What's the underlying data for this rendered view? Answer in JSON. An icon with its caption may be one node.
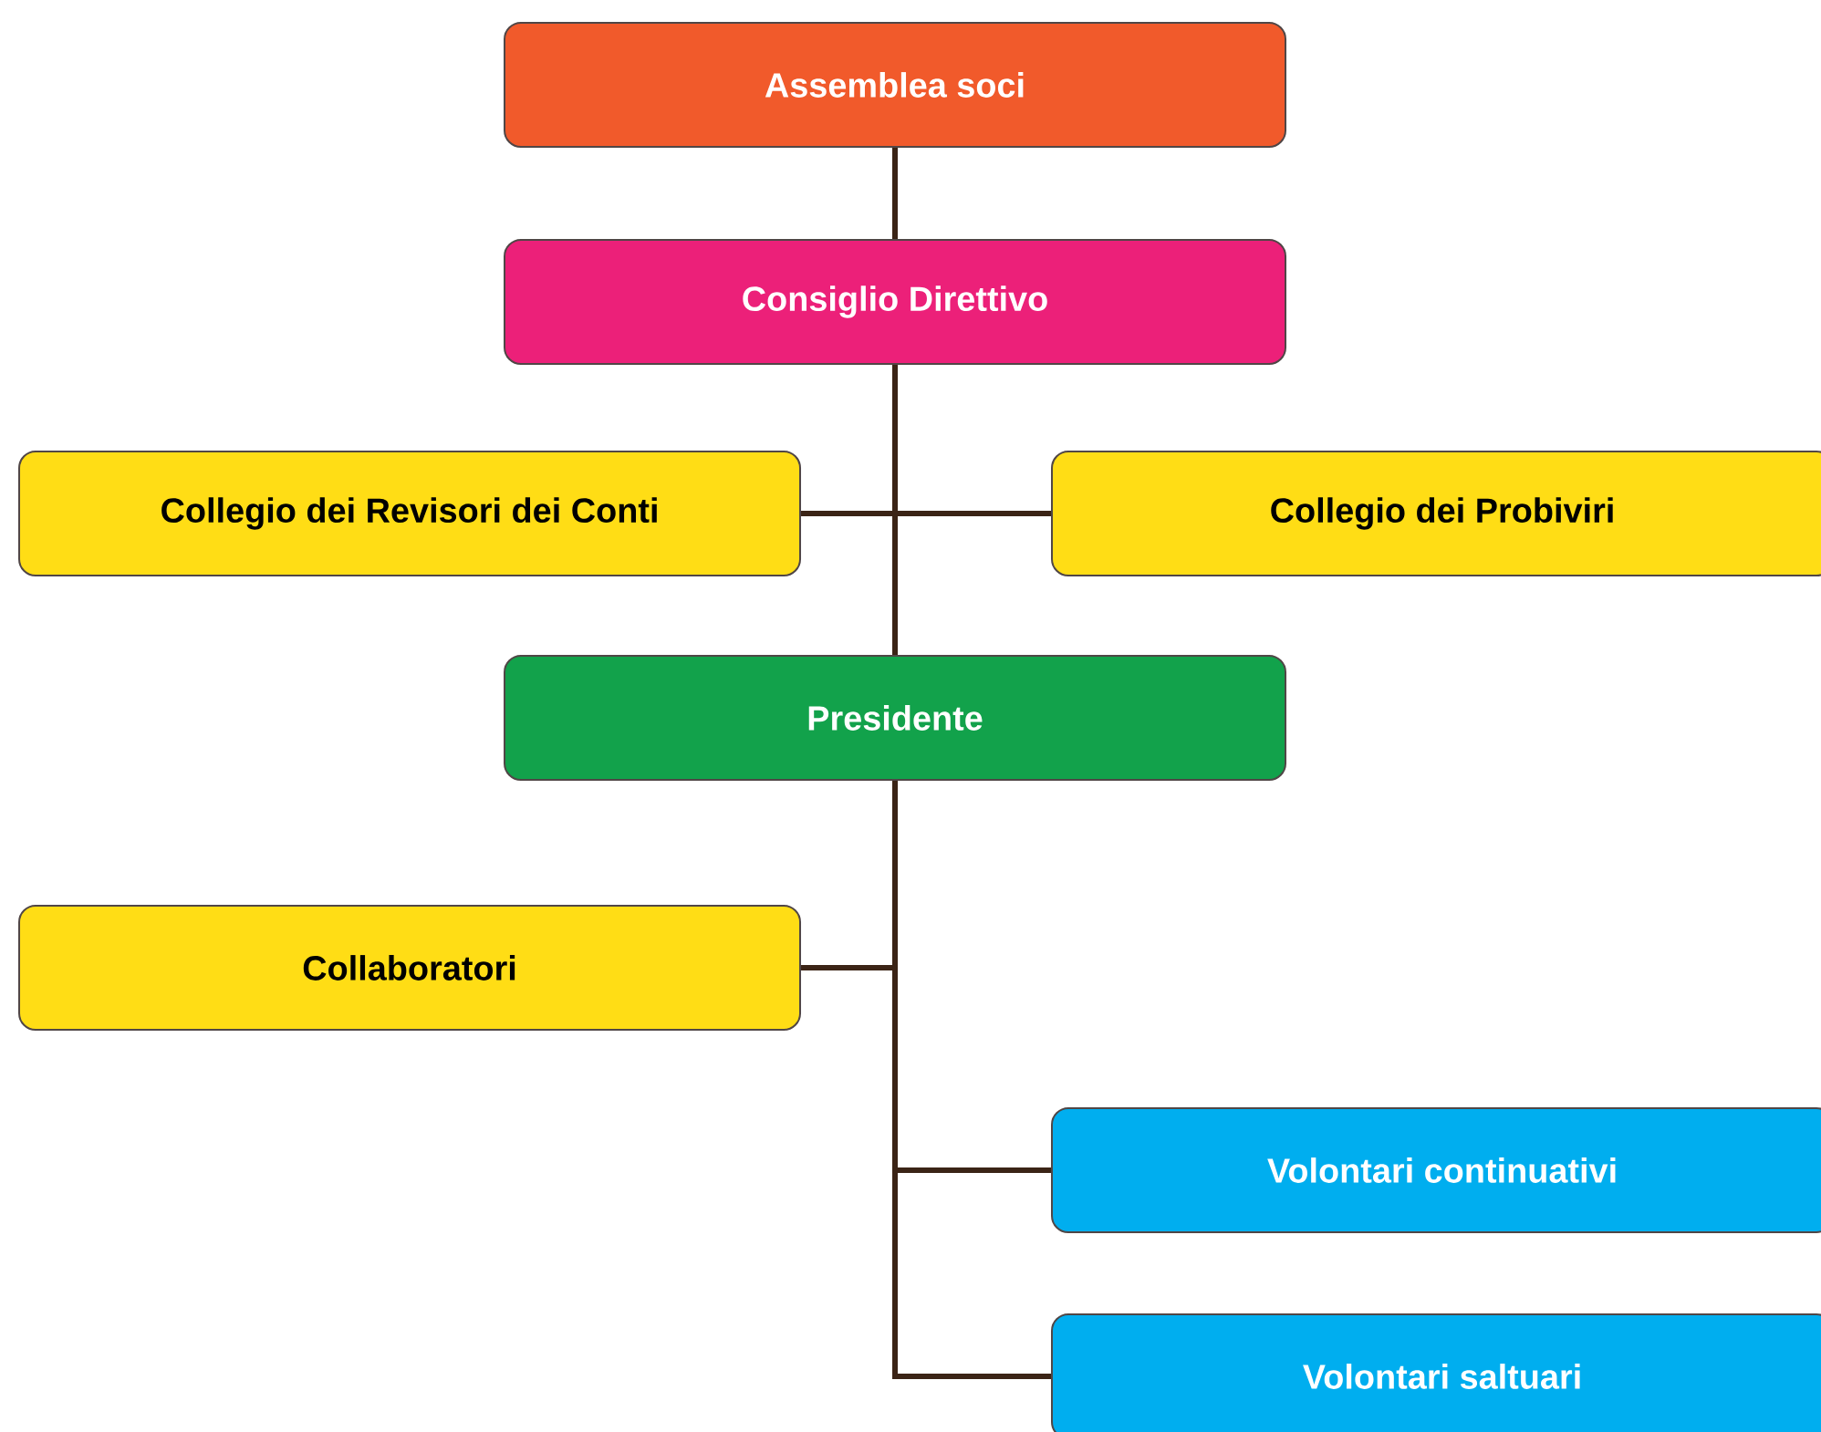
{
  "diagram": {
    "nodes": [
      {
        "text": [
          "Assemblea soci"
        ]
      },
      {
        "text": [
          "Consiglio Direttivo"
        ]
      },
      {
        "text": [
          "Collegio dei Revisori dei Conti"
        ]
      },
      {
        "text": [
          "Collegio dei Probiviri"
        ]
      },
      {
        "text": [
          "Presidente"
        ]
      },
      {
        "text": [
          "Collaboratori"
        ]
      },
      {
        "text": [
          "Volontari continuativi"
        ]
      },
      {
        "text": [
          "Volontari saltuari"
        ]
      }
    ],
    "edges": [
      {
        "from": 0,
        "to": 1,
        "arrow": "none"
      },
      {
        "from": 1,
        "to": 2,
        "arrow": "none"
      },
      {
        "from": 1,
        "to": 3,
        "arrow": "none"
      },
      {
        "from": 1,
        "to": 4,
        "arrow": "none"
      },
      {
        "from": 4,
        "to": 5,
        "arrow": "none"
      },
      {
        "from": 4,
        "to": 6,
        "arrow": "none"
      },
      {
        "from": 4,
        "to": 7,
        "arrow": "none"
      }
    ]
  }
}
